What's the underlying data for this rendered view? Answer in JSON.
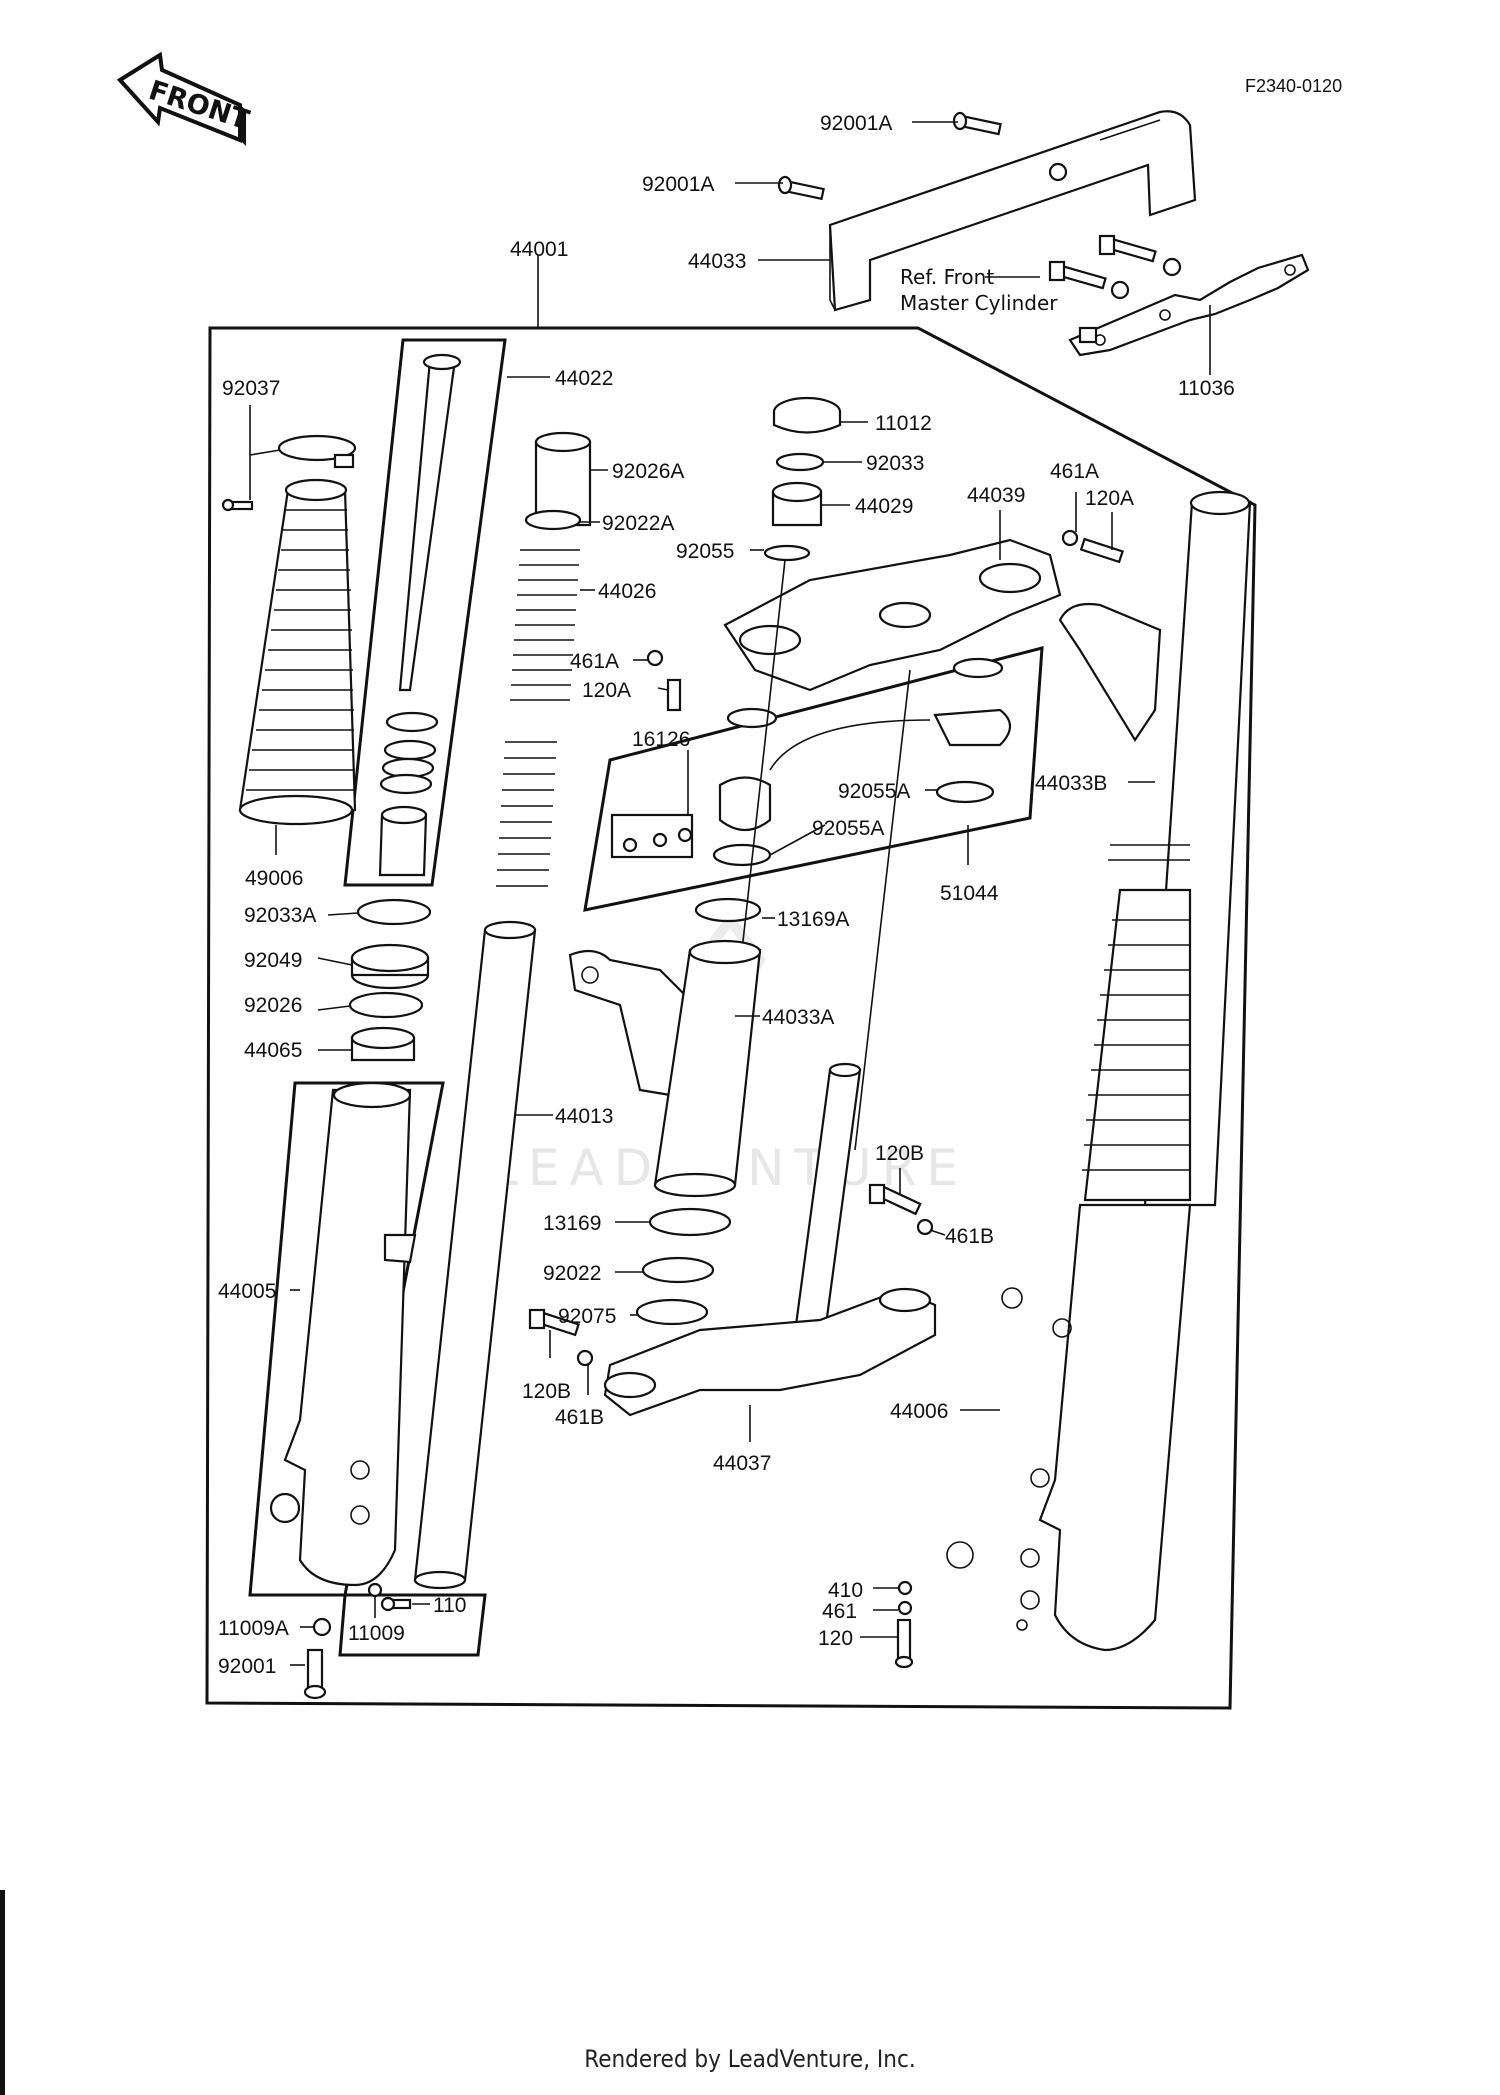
{
  "diagram_code": "F2340-0120",
  "front_sign": "FRONT",
  "watermark": "LEADVENTURE",
  "ref_note": {
    "line1": "Ref. Front",
    "line2": "Master Cylinder"
  },
  "footer": "Rendered by LeadVenture, Inc.",
  "labels": {
    "p92001A_top": "92001A",
    "p92001A_mid": "92001A",
    "p44033": "44033",
    "p11036": "11036",
    "p44001": "44001",
    "p44022": "44022",
    "p92037": "92037",
    "p92026A": "92026A",
    "p92022A": "92022A",
    "p44026": "44026",
    "p11012": "11012",
    "p92033": "92033",
    "p44029": "44029",
    "p92055": "92055",
    "p44039": "44039",
    "p461A_r": "461A",
    "p120A_r": "120A",
    "p461A_c": "461A",
    "p120A_c": "120A",
    "p16126": "16126",
    "p92055A_1": "92055A",
    "p92055A_2": "92055A",
    "p44033B": "44033B",
    "p51044": "51044",
    "p49006": "49006",
    "p92033A": "92033A",
    "p13169A": "13169A",
    "p92049": "92049",
    "p92026": "92026",
    "p44065": "44065",
    "p44033A": "44033A",
    "p44013": "44013",
    "p120B_r": "120B",
    "p461B_r": "461B",
    "p44005": "44005",
    "p13169": "13169",
    "p92022": "92022",
    "p92075": "92075",
    "p120B_l": "120B",
    "p461B_l": "461B",
    "p44006": "44006",
    "p44037": "44037",
    "p410": "410",
    "p461": "461",
    "p120": "120",
    "p110": "110",
    "p11009A": "11009A",
    "p11009": "11009",
    "p92001": "92001"
  }
}
